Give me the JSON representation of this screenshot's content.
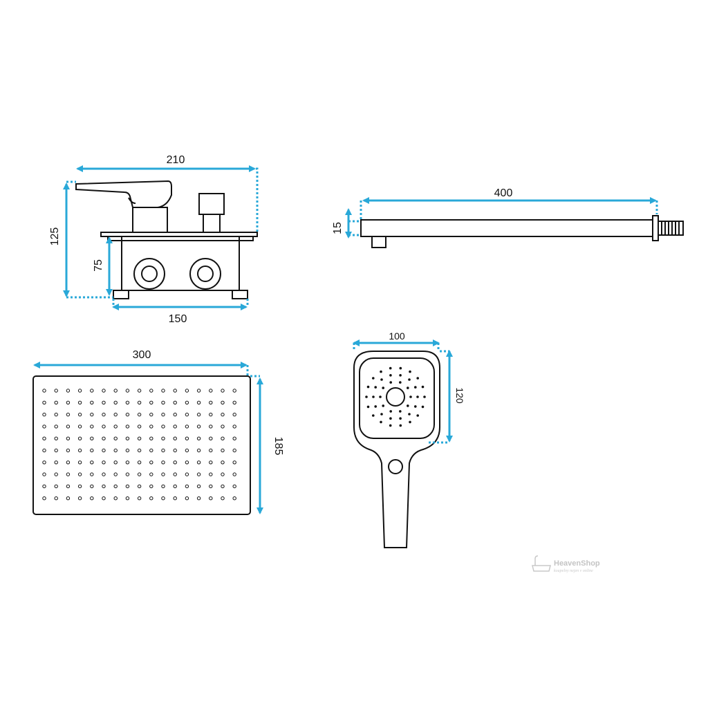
{
  "colors": {
    "dimension": "#29a8d8",
    "outline": "#111111",
    "background": "#ffffff"
  },
  "mixer": {
    "width_label": "210",
    "height_label": "125",
    "box_height_label": "75",
    "box_width_label": "150"
  },
  "arm": {
    "length_label": "400",
    "thickness_label": "15"
  },
  "overhead_shower": {
    "width_label": "300",
    "height_label": "185"
  },
  "hand_shower": {
    "width_label": "100",
    "height_label": "120"
  },
  "watermark": {
    "brand": "HeavenShop",
    "tagline": "koupelny nejen v online"
  }
}
